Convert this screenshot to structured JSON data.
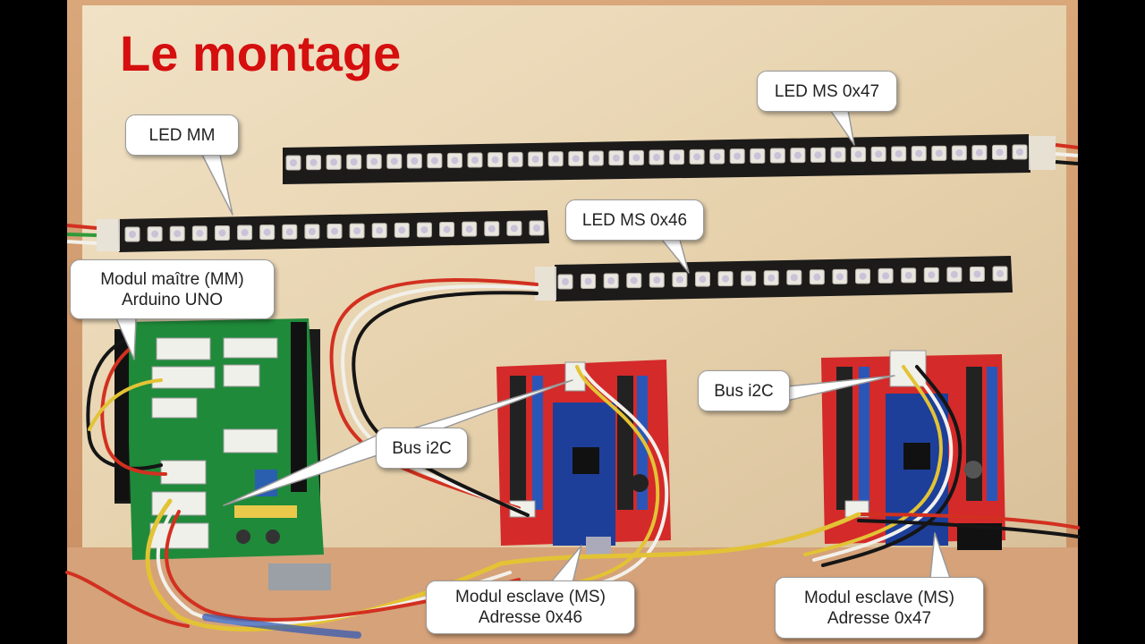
{
  "slide": {
    "title": "Le montage",
    "title_color": "#d50e0e"
  },
  "labels": {
    "led_mm": "LED MM",
    "led_ms_47": "LED MS 0x47",
    "led_ms_46": "LED MS 0x46",
    "master_line1": "Modul maître (MM)",
    "master_line2": "Arduino UNO",
    "bus_i2c_middle": "Bus i2C",
    "bus_i2c_right": "Bus i2C",
    "slave_46_line1": "Modul esclave (MS)",
    "slave_46_line2": "Adresse 0x46",
    "slave_47_line1": "Modul esclave (MS)",
    "slave_47_line2": "Adresse 0x47"
  },
  "colors": {
    "board": "#e9d6b4",
    "led_strip": "#1c1b1a",
    "arduino_uno_shield": "#1f8a3a",
    "nano_shield": "#d42a2a",
    "arduino_nano": "#1d3f9a",
    "wire_red": "#d23020",
    "wire_yellow": "#e3c335",
    "wire_white": "#f2f0ea",
    "wire_black": "#151515",
    "callout_bg": "#ffffff",
    "callout_border": "#9a9a9a"
  }
}
